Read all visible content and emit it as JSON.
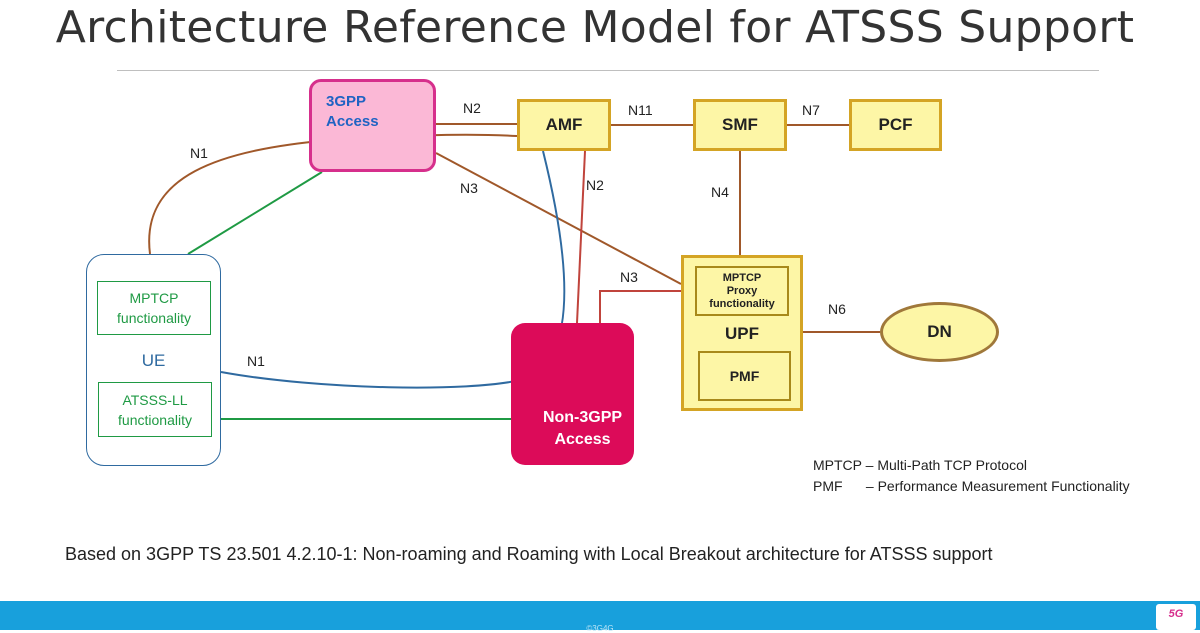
{
  "title": "Architecture Reference Model for ATSSS Support",
  "nodes": {
    "access_3gpp_line1": "3GPP",
    "access_3gpp_line2": "Access",
    "amf": "AMF",
    "smf": "SMF",
    "pcf": "PCF",
    "upf": "UPF",
    "mptcp_proxy_line1": "MPTCP",
    "mptcp_proxy_line2": "Proxy",
    "mptcp_proxy_line3": "functionality",
    "pmf": "PMF",
    "dn": "DN",
    "non3gpp_line1": "Non-3GPP",
    "non3gpp_line2": "Access",
    "ue": "UE",
    "ue_mptcp_line1": "MPTCP",
    "ue_mptcp_line2": "functionality",
    "ue_atsss_line1": "ATSSS-LL",
    "ue_atsss_line2": "functionality"
  },
  "interfaces": {
    "n1_top": "N1",
    "n1_bottom": "N1",
    "n2_top": "N2",
    "n2_vertical": "N2",
    "n3_top": "N3",
    "n3_bottom": "N3",
    "n4": "N4",
    "n6": "N6",
    "n7": "N7",
    "n11": "N11"
  },
  "legend": {
    "line1": "MPTCP – Multi-Path TCP Protocol",
    "line2": "PMF      – Performance Measurement Functionality"
  },
  "caption": "Based on 3GPP TS 23.501 4.2.10-1: Non-roaming and Roaming with Local Breakout architecture for ATSSS support",
  "footer": {
    "copyright": "©3G4G",
    "logo": "5G"
  },
  "colors": {
    "interface_brown": "#a0582a",
    "interface_red": "#c0443c",
    "ue_green": "#1f9a44",
    "ue_blue": "#2f6aa0",
    "nf_fill": "#fdf6a6",
    "access_3gpp": "#fbb8d6",
    "access_non3gpp": "#dc0b59",
    "footer": "#18a0dc"
  }
}
